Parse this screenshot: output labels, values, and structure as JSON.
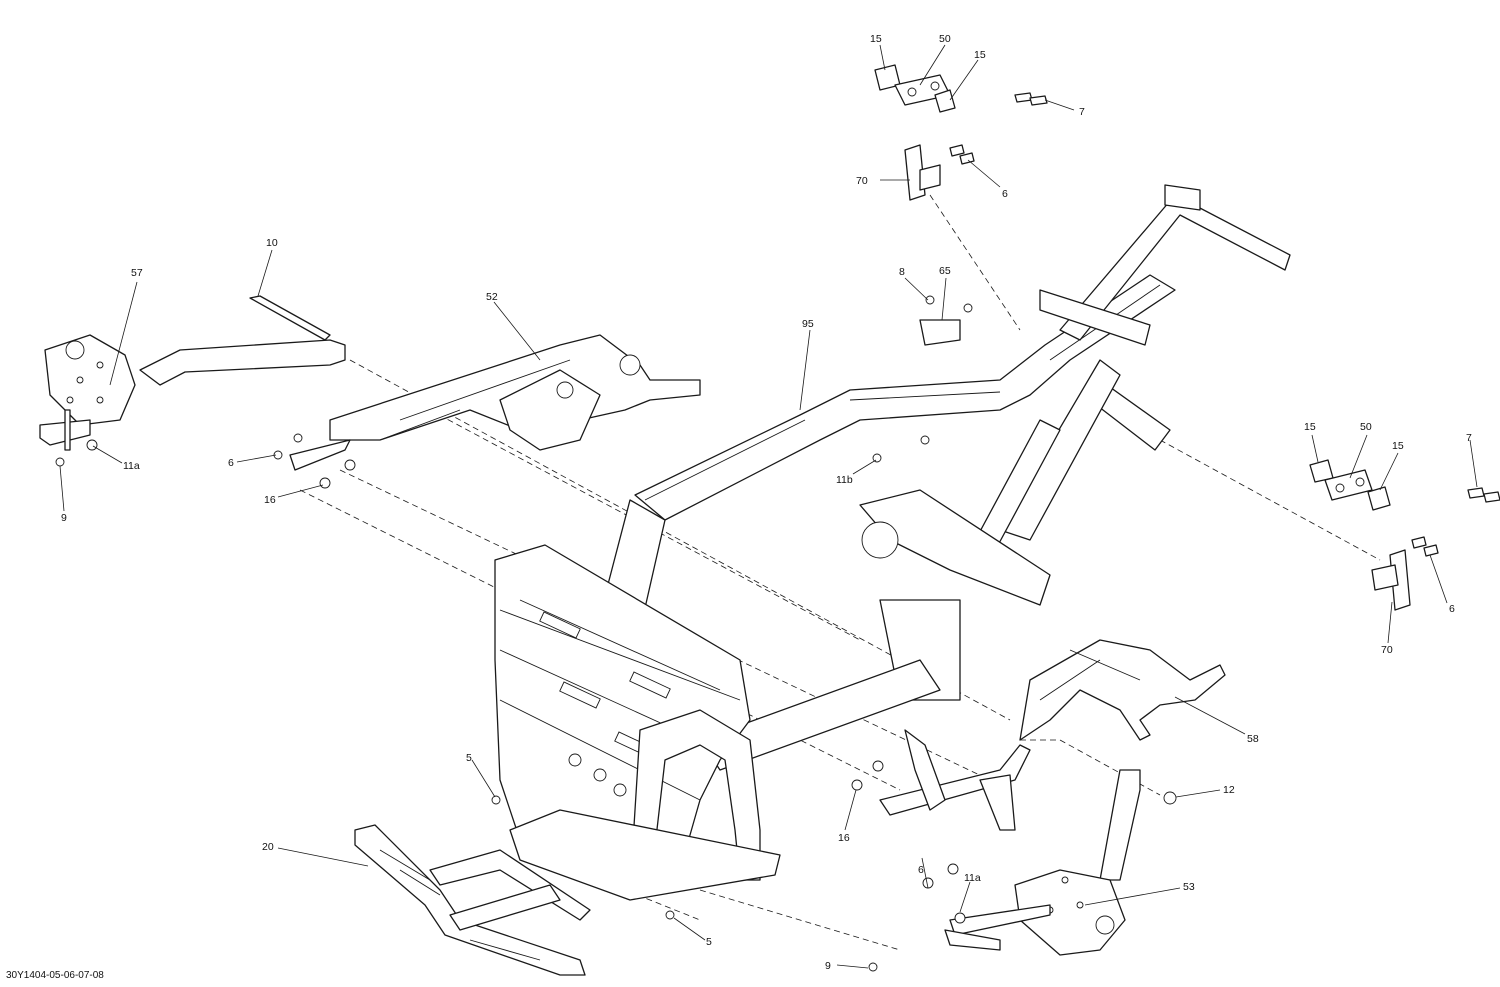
{
  "drawing_reference": "30Y1404-05-06-07-08",
  "callouts": {
    "c15a": "15",
    "c50a": "50",
    "c15b": "15",
    "c7a": "7",
    "c70a": "70",
    "c6a": "6",
    "c10": "10",
    "c57": "57",
    "c52": "52",
    "c95": "95",
    "c8": "8",
    "c65": "65",
    "c11a_left": "11a",
    "c9_left": "9",
    "c6_left": "6",
    "c16_left": "16",
    "c11b": "11b",
    "c15c": "15",
    "c50b": "50",
    "c15d": "15",
    "c7b": "7",
    "c6_right": "6",
    "c70b": "70",
    "c58": "58",
    "c5_top": "5",
    "c12": "12",
    "c20": "20",
    "c16_mid": "16",
    "c6_mid": "6",
    "c11a_right": "11a",
    "c53": "53",
    "c5_bottom": "5",
    "c9_bottom": "9"
  }
}
